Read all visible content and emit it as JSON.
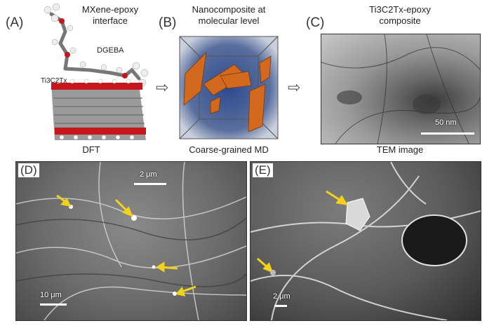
{
  "panelA": {
    "label": "(A)",
    "title_line1": "MXene-epoxy",
    "title_line2": "interface",
    "molecule_label": "DGEBA",
    "mxene_label": "Ti3C2Tx",
    "caption": "DFT"
  },
  "panelB": {
    "label": "(B)",
    "title_line1": "Nanocomposite at",
    "title_line2": "molecular level",
    "caption": "Coarse-grained MD"
  },
  "panelC": {
    "label": "(C)",
    "title_line1": "Ti3C2Tx-epoxy",
    "title_line2": "composite",
    "scale_label": "50 nm",
    "caption": "TEM image"
  },
  "panelD": {
    "label": "(D)",
    "scale_label_top": "2 μm",
    "scale_label_bottom": "10 μm"
  },
  "panelE": {
    "label": "(E)",
    "scale_label": "2 μm"
  },
  "arrows": [
    "⇨",
    "⇨"
  ],
  "colors": {
    "mxene_red": "#c4161c",
    "mxene_grey": "#9a9a9a",
    "flake_orange": "#d2691e",
    "md_blue": "#2b4a8f",
    "highlight_arrow": "#f2d21b"
  }
}
